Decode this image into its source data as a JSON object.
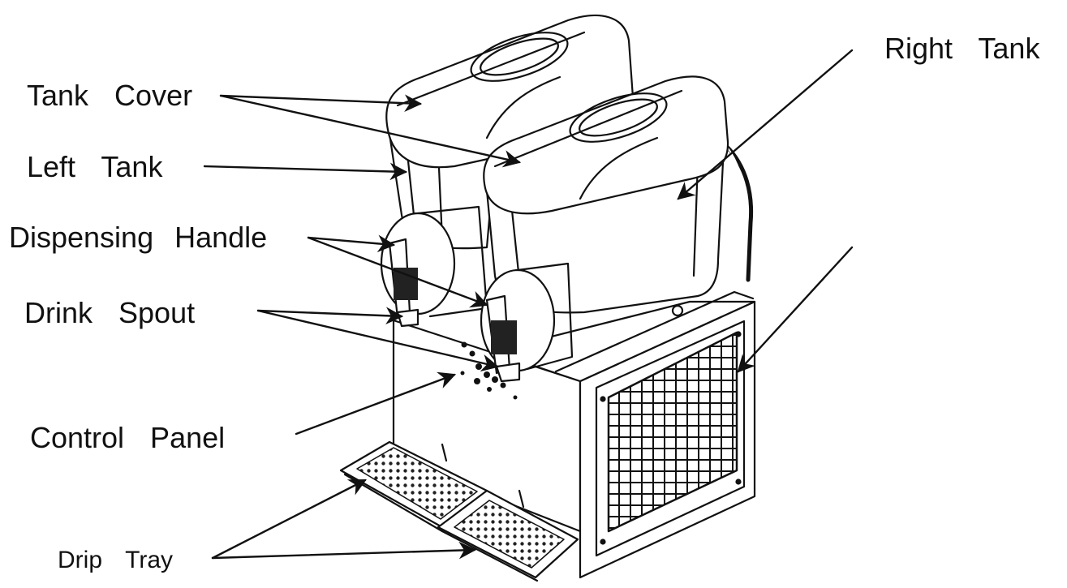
{
  "labels": {
    "tank_cover": "Tank  Cover",
    "left_tank": "Left  Tank",
    "dispensing_handle": "Dispensing  Handle",
    "drink_spout": "Drink  Spout",
    "control_panel": "Control  Panel",
    "drip_tray": "Drip  Tray",
    "right_tank": "Right  Tank"
  },
  "colors": {
    "ink": "#111111",
    "background": "#ffffff"
  }
}
